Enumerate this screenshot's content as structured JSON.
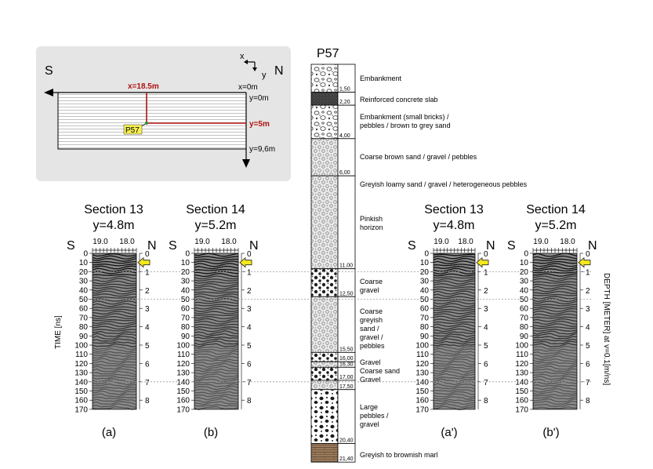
{
  "map": {
    "south": "S",
    "north": "N",
    "axis_x": "x",
    "axis_y": "y",
    "x_marker": "x=18.5m",
    "x0": "x=0m",
    "y0": "y=0m",
    "y5": "y=5m",
    "y96": "y=9,6m",
    "well": "P57"
  },
  "colors": {
    "marker": "#b01010",
    "arrow": "#f5e81c",
    "well_label": "#f6f052",
    "panel": "#e5e5e5"
  },
  "log": {
    "title": "P57",
    "layers": [
      {
        "bottom": 1.5,
        "depth_label": "1,50",
        "description": "Embankment",
        "pattern": "embank"
      },
      {
        "bottom": 2.2,
        "depth_label": "2,20",
        "description": "Reinforced concrete slab",
        "pattern": "concrete"
      },
      {
        "bottom": 4.0,
        "depth_label": "4,00",
        "description": "Embankment (small bricks) / pebbles / brown to grey sand",
        "pattern": "embank"
      },
      {
        "bottom": 6.0,
        "depth_label": "6,00",
        "description": "Coarse brown sand / gravel / pebbles",
        "pattern": "fine"
      },
      {
        "bottom": 11.0,
        "depth_label": "11,00",
        "description": "Greyish loamy sand / gravel / heterogeneous pebbles",
        "pattern": "fine"
      },
      {
        "bottom": 12.5,
        "depth_label": "12,50",
        "description": "Coarse gravel",
        "pattern": "coarse"
      },
      {
        "bottom": 15.5,
        "depth_label": "15,50",
        "description": "Coarse greyish sand / gravel / pebbles",
        "pattern": "fine"
      },
      {
        "bottom": 16.0,
        "depth_label": "16,00",
        "description": "Gravel",
        "pattern": "coarse"
      },
      {
        "bottom": 16.3,
        "depth_label": "16,30",
        "description": "Coarse sand",
        "pattern": "fine"
      },
      {
        "bottom": 17.0,
        "depth_label": "17,00",
        "description": "Gravel",
        "pattern": "coarse"
      },
      {
        "bottom": 17.5,
        "depth_label": "17,50",
        "description": "",
        "pattern": "fine"
      },
      {
        "bottom": 20.4,
        "depth_label": "20,40",
        "description": "Large pebbles / gravel",
        "pattern": "pebbles"
      },
      {
        "bottom": 21.4,
        "depth_label": "21,40",
        "description": "Greyish to brownish marl",
        "pattern": "marl"
      }
    ],
    "desc_lines": {
      "embank1": "Embankment",
      "slab": "Reinforced concrete slab",
      "embank2a": "Embankment (small bricks) /",
      "embank2b": "pebbles / brown to grey sand",
      "brown_sand": "Coarse brown sand / gravel / pebbles",
      "loamy": "Greyish loamy sand / gravel / heterogeneous pebbles",
      "pinkish1": "Pinkish",
      "pinkish2": "horizon",
      "coarse_gravel1": "Coarse",
      "coarse_gravel2": "gravel",
      "greyish1": "Coarse",
      "greyish2": "greyish",
      "greyish3": "sand /",
      "greyish4": "gravel /",
      "greyish5": "pebbles",
      "gravel_a": "Gravel",
      "coarse_sand": "Coarse sand",
      "gravel_b": "Gravel",
      "large1": "Large",
      "large2": "pebbles /",
      "large3": "gravel",
      "marl": "Greyish to brownish marl"
    }
  },
  "sections": [
    {
      "id": "a",
      "title": "Section 13",
      "y_label": "y=4.8m",
      "caption": "(a)"
    },
    {
      "id": "b",
      "title": "Section 14",
      "y_label": "y=5.2m",
      "caption": "(b)"
    },
    {
      "id": "a2",
      "title": "Section 13",
      "y_label": "y=4.8m",
      "caption": "(a')"
    },
    {
      "id": "b2",
      "title": "Section 14",
      "y_label": "y=5.2m",
      "caption": "(b')"
    }
  ],
  "radargram": {
    "x_ticks": [
      "19.0",
      "18.0"
    ],
    "south": "S",
    "north": "N",
    "time_ticks": [
      0,
      10,
      20,
      30,
      40,
      50,
      60,
      70,
      80,
      90,
      100,
      110,
      120,
      130,
      140,
      150,
      160,
      170
    ],
    "time_max": 170,
    "depth_ticks": [
      0,
      1,
      2,
      3,
      4,
      5,
      6,
      7,
      8
    ],
    "time_label": "TIME [ns]",
    "depth_label": "DEPTH [METER] at v=0.1[m/ns]"
  },
  "reference_depths_m": [
    1.0,
    2.5,
    7.0
  ]
}
